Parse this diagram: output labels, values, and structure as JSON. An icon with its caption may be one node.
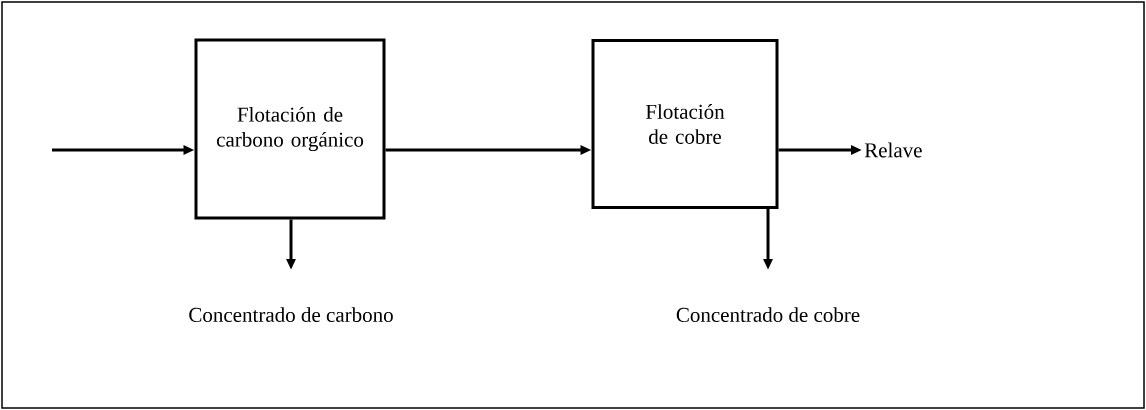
{
  "diagram": {
    "nodes": [
      {
        "text": [
          "Flotación de carbono orgánico"
        ]
      },
      {
        "text": [
          "Flotación de cobre"
        ]
      },
      {
        "text": [
          "Relave"
        ]
      },
      {
        "text": [
          "Concentrado de carbono"
        ]
      },
      {
        "text": [
          "Concentrado de cobre"
        ]
      }
    ],
    "edges": [
      {
        "from": null,
        "to": 0,
        "arrow": "to"
      },
      {
        "from": 0,
        "to": 1,
        "arrow": "to"
      },
      {
        "from": 1,
        "to": 2,
        "arrow": "to"
      },
      {
        "from": 0,
        "to": 3,
        "arrow": "to"
      },
      {
        "from": 1,
        "to": 4,
        "arrow": "to"
      }
    ]
  }
}
